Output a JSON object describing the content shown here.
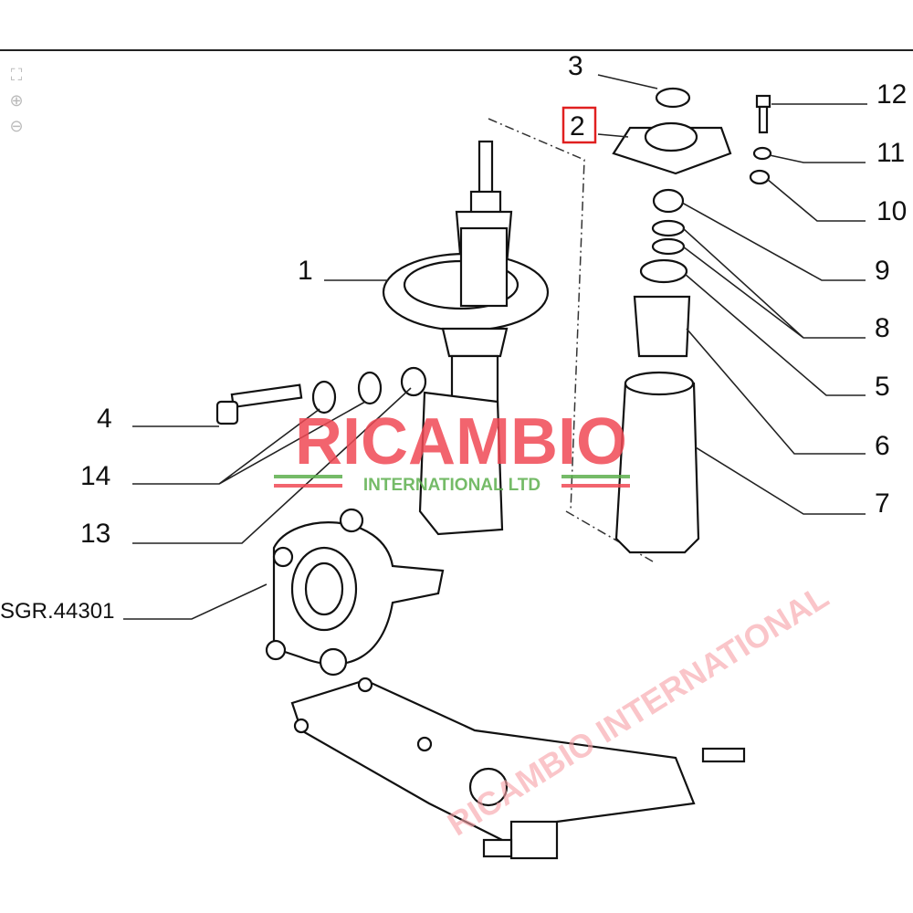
{
  "toolbar": {
    "items": [
      {
        "name": "fit-to-window-icon",
        "glyph": "⛶"
      },
      {
        "name": "zoom-in-icon",
        "glyph": "⊕"
      },
      {
        "name": "zoom-out-icon",
        "glyph": "⊖"
      }
    ]
  },
  "diagram": {
    "callouts": [
      "1",
      "2",
      "3",
      "4",
      "5",
      "6",
      "7",
      "8",
      "9",
      "10",
      "11",
      "12",
      "13",
      "14"
    ],
    "reference": "SGR.44301",
    "highlighted_callout": "2"
  },
  "watermark": {
    "brand": "RICAMBIO",
    "subtitle": "INTERNATIONAL LTD",
    "diagonal": "RICAMBIO INTERNATIONAL",
    "colors": {
      "red": "#f04a55",
      "green": "#5db04e"
    }
  }
}
